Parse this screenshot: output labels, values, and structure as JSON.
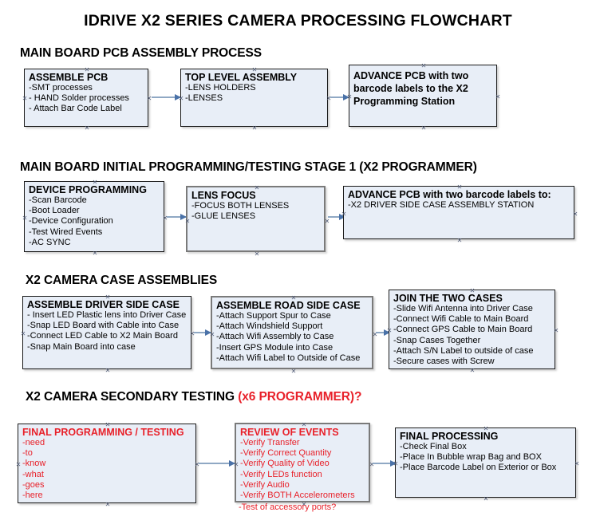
{
  "title": "IDRIVE X2  SERIES CAMERA PROCESSING FLOWCHART",
  "colors": {
    "box_fill": "#e8eef7",
    "box_border": "#1a1a1a",
    "box_border_grey": "#7a7a7a",
    "arrow": "#8fa8c4",
    "arrow_head": "#4a72a8",
    "accent_red": "#e8212a",
    "text": "#000000"
  },
  "sections": [
    {
      "heading": "MAIN BOARD PCB ASSEMBLY PROCESS",
      "heading_accent": "",
      "boxes": [
        {
          "title": "ASSEMBLE PCB",
          "lines": [
            "-SMT processes",
            "- HAND Solder processes",
            "- Attach Bar Code Label"
          ]
        },
        {
          "title": "TOP LEVEL ASSEMBLY",
          "lines": [
            "-LENS HOLDERS",
            "-LENSES"
          ]
        },
        {
          "title": "ADVANCE PCB with two barcode labels to the  X2 Programming Station",
          "lines": []
        }
      ]
    },
    {
      "heading": "MAIN BOARD INITIAL PROGRAMMING/TESTING STAGE 1 (X2 PROGRAMMER)",
      "heading_accent": "",
      "boxes": [
        {
          "title": "DEVICE PROGRAMMING",
          "lines": [
            "-Scan Barcode",
            "-Boot Loader",
            "-Device Configuration",
            "-Test Wired Events",
            "-AC SYNC"
          ]
        },
        {
          "title": "LENS FOCUS",
          "lines": [
            "-FOCUS BOTH LENSES",
            "-GLUE LENSES"
          ]
        },
        {
          "title": "ADVANCE PCB with two barcode labels to:",
          "lines": [
            "-X2 DRIVER  SIDE  CASE  ASSEMBLY STATION"
          ]
        }
      ]
    },
    {
      "heading": "X2 CAMERA CASE ASSEMBLIES",
      "heading_accent": "",
      "boxes": [
        {
          "title": "ASSEMBLE DRIVER SIDE CASE",
          "lines": [
            "- Insert LED Plastic lens into Driver Case",
            "-Snap LED Board with Cable into Case",
            "-Connect LED Cable to X2 Main Board",
            "-Snap Main Board into case"
          ]
        },
        {
          "title": "ASSEMBLE ROAD SIDE CASE",
          "lines": [
            "-Attach Support Spur to Case",
            "-Attach Windshield Support",
            "-Attach Wifi Assembly to Case",
            "-Insert GPS Module into Case",
            "-Attach Wifi Label to Outside of Case"
          ]
        },
        {
          "title": "JOIN THE TWO CASES",
          "lines": [
            "-Slide Wifi Antenna into Driver Case",
            "-Connect Wifi Cable to Main Board",
            "-Connect GPS Cable to Main Board",
            "-Snap Cases Together",
            "-Attach S/N Label to outside of case",
            "-Secure cases with Screw"
          ]
        }
      ]
    },
    {
      "heading": "X2 CAMERA SECONDARY TESTING ",
      "heading_accent": "(x6 PROGRAMMER)?",
      "boxes": [
        {
          "title": "FINAL PROGRAMMING / TESTING",
          "lines": [
            "-need",
            "-to",
            "-know",
            "-what",
            "-goes",
            "-here"
          ]
        },
        {
          "title": "REVIEW OF EVENTS",
          "lines": [
            "-Verify Transfer",
            "-Verify Correct Quantity",
            "-Verify Quality of Video",
            "-Verify LEDs function",
            "-Verify Audio",
            "-Verify BOTH Accelerometers"
          ],
          "overflow_line": "-Test of accessory ports?"
        },
        {
          "title": "FINAL PROCESSING",
          "lines": [
            " -Check Final Box",
            "-Place In Bubble wrap Bag and BOX",
            "-Place Barcode Label on Exterior or Box"
          ]
        }
      ]
    }
  ]
}
